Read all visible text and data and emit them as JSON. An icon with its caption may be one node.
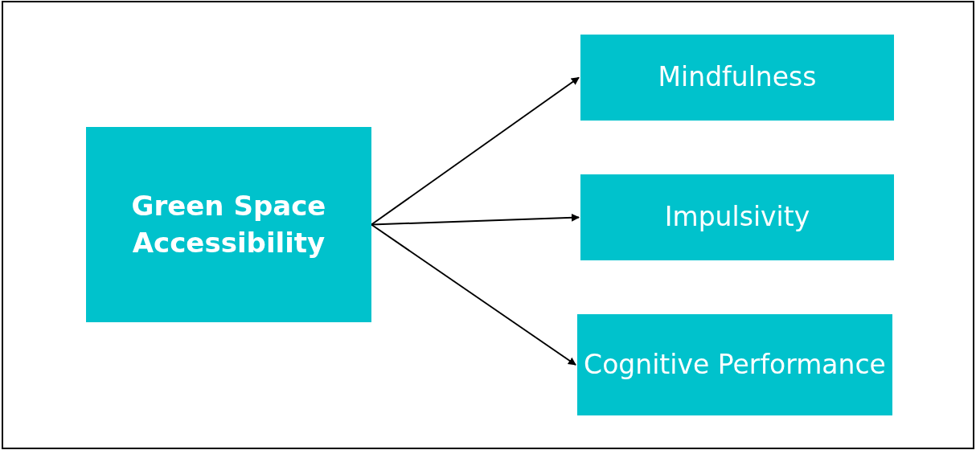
{
  "diagram": {
    "nodes": [
      {
        "text": [
          "Green Space Accessibility"
        ]
      },
      {
        "text": [
          "Mindfulness"
        ]
      },
      {
        "text": [
          "Impulsivity"
        ]
      },
      {
        "text": [
          "Cognitive Performance"
        ]
      }
    ],
    "edges": [
      {
        "from": 0,
        "to": 1,
        "arrow": "to"
      },
      {
        "from": 0,
        "to": 2,
        "arrow": "to"
      },
      {
        "from": 0,
        "to": 3,
        "arrow": "to"
      }
    ]
  }
}
